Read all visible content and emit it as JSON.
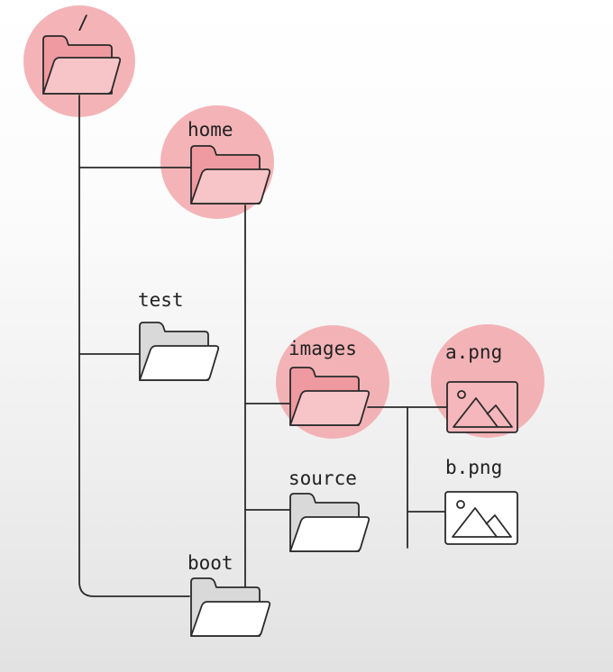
{
  "diagram": {
    "highlight_color": "#f2a7aa",
    "nodes": {
      "root": {
        "label": "/",
        "icon": "folder-icon",
        "highlighted": true
      },
      "home": {
        "label": "home",
        "icon": "folder-icon",
        "highlighted": true
      },
      "test": {
        "label": "test",
        "icon": "folder-icon",
        "highlighted": false
      },
      "images": {
        "label": "images",
        "icon": "folder-icon",
        "highlighted": true
      },
      "a_png": {
        "label": "a.png",
        "icon": "image-file-icon",
        "highlighted": true
      },
      "source": {
        "label": "source",
        "icon": "folder-icon",
        "highlighted": false
      },
      "b_png": {
        "label": "b.png",
        "icon": "image-file-icon",
        "highlighted": false
      },
      "boot": {
        "label": "boot",
        "icon": "folder-icon",
        "highlighted": false
      }
    },
    "edges": [
      [
        "root",
        "home"
      ],
      [
        "root",
        "test"
      ],
      [
        "root",
        "boot"
      ],
      [
        "home",
        "images"
      ],
      [
        "home",
        "source"
      ],
      [
        "images",
        "a_png"
      ],
      [
        "images",
        "b_png"
      ]
    ]
  }
}
